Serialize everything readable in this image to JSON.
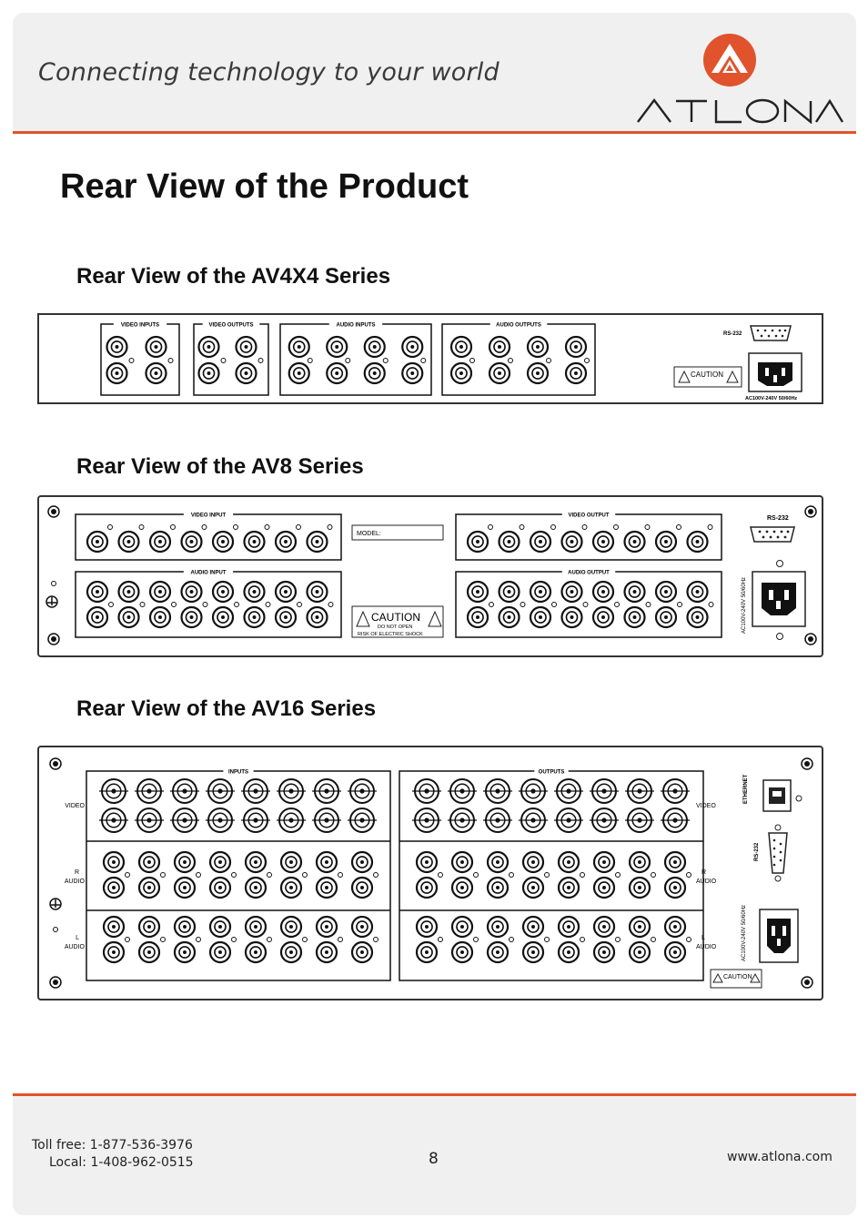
{
  "header": {
    "tagline": "Connecting technology to your world",
    "brand": "ATLONA"
  },
  "page_title": "Rear View of the Product",
  "sections": [
    {
      "title": "Rear View of the AV4X4 Series",
      "labels": {
        "video_inputs": "VIDEO INPUTS",
        "video_outputs": "VIDEO OUTPUTS",
        "audio_inputs": "AUDIO INPUTS",
        "audio_outputs": "AUDIO OUTPUTS",
        "rs232": "RS-232",
        "caution": "CAUTION",
        "power": "AC100V-240V 50/60Hz"
      }
    },
    {
      "title": "Rear View of the AV8 Series",
      "labels": {
        "video_input": "VIDEO INPUT",
        "video_output": "VIDEO OUTPUT",
        "audio_input": "AUDIO INPUT",
        "audio_output": "AUDIO OUTPUT",
        "model": "MODEL:",
        "rs232": "RS-232",
        "caution": "CAUTION",
        "caution_sub1": "DO NOT OPEN",
        "caution_sub2": "RISK OF ELECTRIC SHOCK",
        "power": "AC100V-240V 50/60Hz"
      }
    },
    {
      "title": "Rear View of the AV16 Series",
      "labels": {
        "inputs": "INPUTS",
        "outputs": "OUTPUTS",
        "video": "VIDEO",
        "audio_r": "R",
        "audio_l": "L",
        "audio": "AUDIO",
        "ethernet": "ETHERNET",
        "rs232": "RS-232",
        "caution": "CAUTION",
        "power": "AC100V-240V 50/60Hz"
      }
    }
  ],
  "footer": {
    "toll_free": "Toll free: 1-877-536-3976",
    "local": "Local: 1-408-962-0515",
    "page_number": "8",
    "website": "www.atlona.com"
  },
  "colors": {
    "accent": "#e0532c",
    "header_bg": "#f0f0f0"
  }
}
